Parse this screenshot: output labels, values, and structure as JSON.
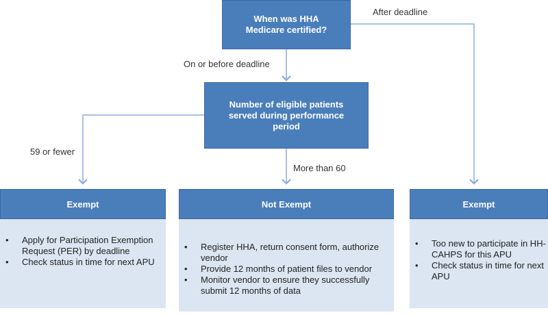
{
  "nodes": {
    "certified_question": "When was HHA Medicare certified?",
    "patients_question": "Number of eligible patients served during performance period"
  },
  "edge_labels": {
    "after_deadline": "After deadline",
    "on_or_before": "On or before deadline",
    "fifty_nine_or_fewer": "59 or fewer",
    "more_than_sixty": "More than 60"
  },
  "outcomes": [
    {
      "title": "Exempt",
      "items": [
        "Apply for Participation Exemption Request (PER) by deadline",
        "Check status in time for next APU"
      ]
    },
    {
      "title": "Not Exempt",
      "items": [
        "Register HHA, return consent form, authorize vendor",
        "Provide 12 months of patient files to vendor",
        "Monitor vendor to ensure they successfully submit 12 months of data"
      ]
    },
    {
      "title": "Exempt",
      "items": [
        "Too new to participate in HH-CAHPS for this APU",
        "Check status in time for next APU"
      ]
    }
  ],
  "colors": {
    "box_fill": "#4a7ebb",
    "panel_fill": "#dbe6f2",
    "connector": "#8aaedc"
  }
}
